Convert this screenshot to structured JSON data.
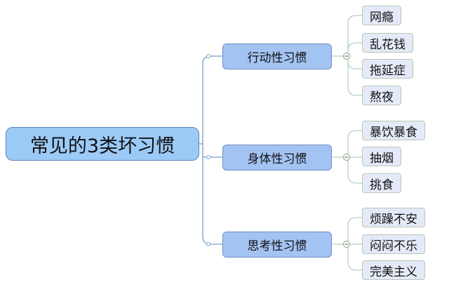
{
  "root": {
    "label": "常见的3类坏习惯"
  },
  "branches": [
    {
      "label": "行动性习惯",
      "children": [
        "网瘾",
        "乱花钱",
        "拖延症",
        "熬夜"
      ]
    },
    {
      "label": "身体性习惯",
      "children": [
        "暴饮暴食",
        "抽烟",
        "挑食"
      ]
    },
    {
      "label": "思考性习惯",
      "children": [
        "烦躁不安",
        "闷闷不乐",
        "完美主义"
      ]
    }
  ],
  "colors": {
    "root": "#9ccaf7",
    "branch": "#a3c3f3",
    "leaf": "#e4eaf7",
    "trunk_line": "#7a9cc8",
    "leaf_line": "#b5d4b5"
  }
}
